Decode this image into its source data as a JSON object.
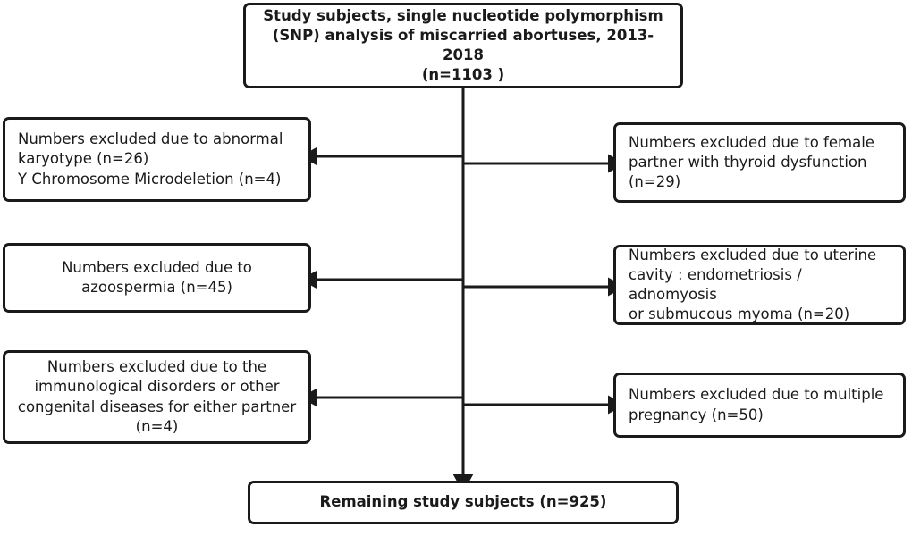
{
  "diagram": {
    "title": "Study subjects flow diagram",
    "type": "flowchart",
    "colors": {
      "stroke": "#1a1a1a",
      "background": "#ffffff",
      "text": "#1a1a1a"
    },
    "nodes": {
      "top": {
        "id": "study-subjects",
        "text": "Study subjects, single nucleotide polymorphism\n(SNP) analysis of miscarried abortuses, 2013-2018\n(n=1103 )",
        "count": 1103,
        "bold": true,
        "align": "center"
      },
      "left_1": {
        "id": "excluded-abnormal-karyotype",
        "text": "Numbers excluded due to abnormal\nkaryotype (n=26)\nY Chromosome Microdeletion (n=4)",
        "counts": [
          26,
          4
        ],
        "bold": false,
        "align": "left"
      },
      "right_1": {
        "id": "excluded-thyroid-dysfunction",
        "text": "Numbers excluded due to female\npartner with thyroid dysfunction\n(n=29)",
        "counts": [
          29
        ],
        "bold": false,
        "align": "left"
      },
      "left_2": {
        "id": "excluded-azoospermia",
        "text": "Numbers excluded due to\nazoospermia (n=45)",
        "counts": [
          45
        ],
        "bold": false,
        "align": "center"
      },
      "right_2": {
        "id": "excluded-uterine-cavity",
        "text": "Numbers excluded due to uterine\ncavity : endometriosis / adnomyosis\nor submucous myoma (n=20)",
        "counts": [
          20
        ],
        "bold": false,
        "align": "left"
      },
      "left_3": {
        "id": "excluded-immunological-congenital",
        "text": "Numbers excluded due to the\nimmunological disorders or other\ncongenital diseases for either partner\n(n=4)",
        "counts": [
          4
        ],
        "bold": false,
        "align": "center"
      },
      "right_3": {
        "id": "excluded-multiple-pregnancy",
        "text": "Numbers excluded due to multiple\npregnancy (n=50)",
        "counts": [
          50
        ],
        "bold": false,
        "align": "left"
      },
      "bottom": {
        "id": "remaining-study-subjects",
        "text": "Remaining study subjects (n=925)",
        "count": 925,
        "bold": true,
        "align": "center"
      }
    },
    "connectors": [
      {
        "id": "stem-vertical",
        "from": "top",
        "to": "bottom",
        "direction": "down",
        "arrow": true
      },
      {
        "id": "branch-left-1",
        "from": "stem",
        "to": "left_1",
        "direction": "left",
        "arrow": true
      },
      {
        "id": "branch-right-1",
        "from": "stem",
        "to": "right_1",
        "direction": "right",
        "arrow": true
      },
      {
        "id": "branch-left-2",
        "from": "stem",
        "to": "left_2",
        "direction": "left",
        "arrow": true
      },
      {
        "id": "branch-right-2",
        "from": "stem",
        "to": "right_2",
        "direction": "right",
        "arrow": true
      },
      {
        "id": "branch-left-3",
        "from": "stem",
        "to": "left_3",
        "direction": "left",
        "arrow": true
      },
      {
        "id": "branch-right-3",
        "from": "stem",
        "to": "right_3",
        "direction": "right",
        "arrow": true
      }
    ]
  }
}
